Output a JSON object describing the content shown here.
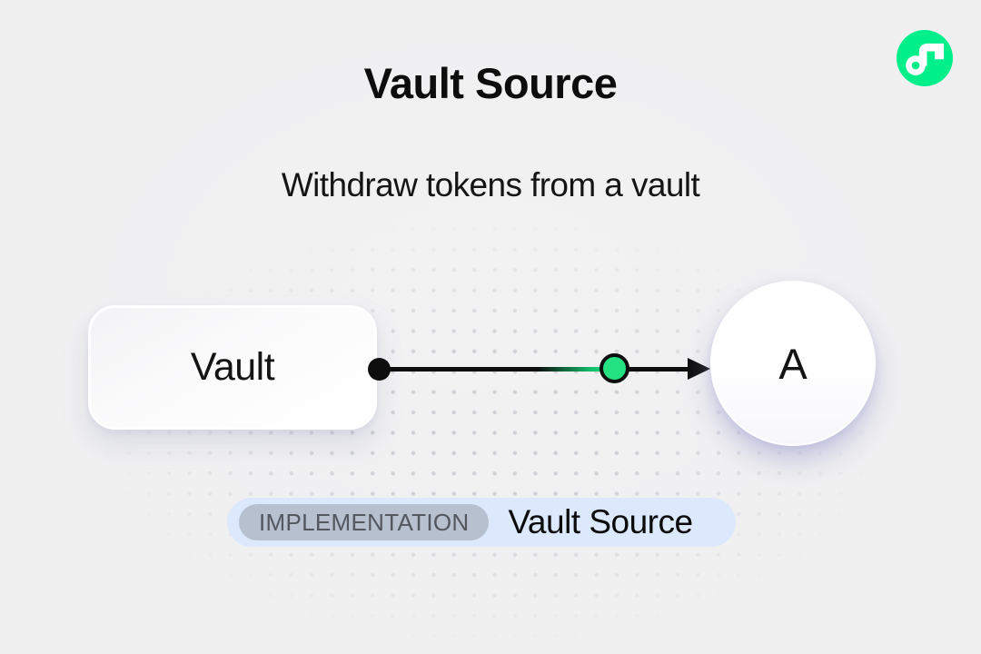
{
  "header": {
    "title": "Vault Source",
    "subtitle": "Withdraw tokens from a vault"
  },
  "logo": {
    "icon": "flow-logo",
    "background_color": "#00ef8b",
    "glyph_color": "#ffffff"
  },
  "diagram": {
    "nodes": [
      {
        "id": "vault",
        "label": "Vault",
        "shape": "rounded-rectangle"
      },
      {
        "id": "a",
        "label": "A",
        "shape": "circle"
      }
    ],
    "edge": {
      "from": "vault",
      "to": "a",
      "markers": [
        "black-start-dot",
        "green-mid-dot",
        "arrowhead"
      ],
      "line_color": "#0e0e0e",
      "green_dot_color": "#24e181"
    }
  },
  "badge": {
    "tag": "IMPLEMENTATION",
    "label": "Vault Source",
    "container_color": "#dce8fc",
    "tag_pill_color": "#b6c0ce",
    "tag_text_color": "#53575f"
  },
  "background": {
    "base_color": "#efeff0",
    "dot_color": "#d0d1d6"
  }
}
